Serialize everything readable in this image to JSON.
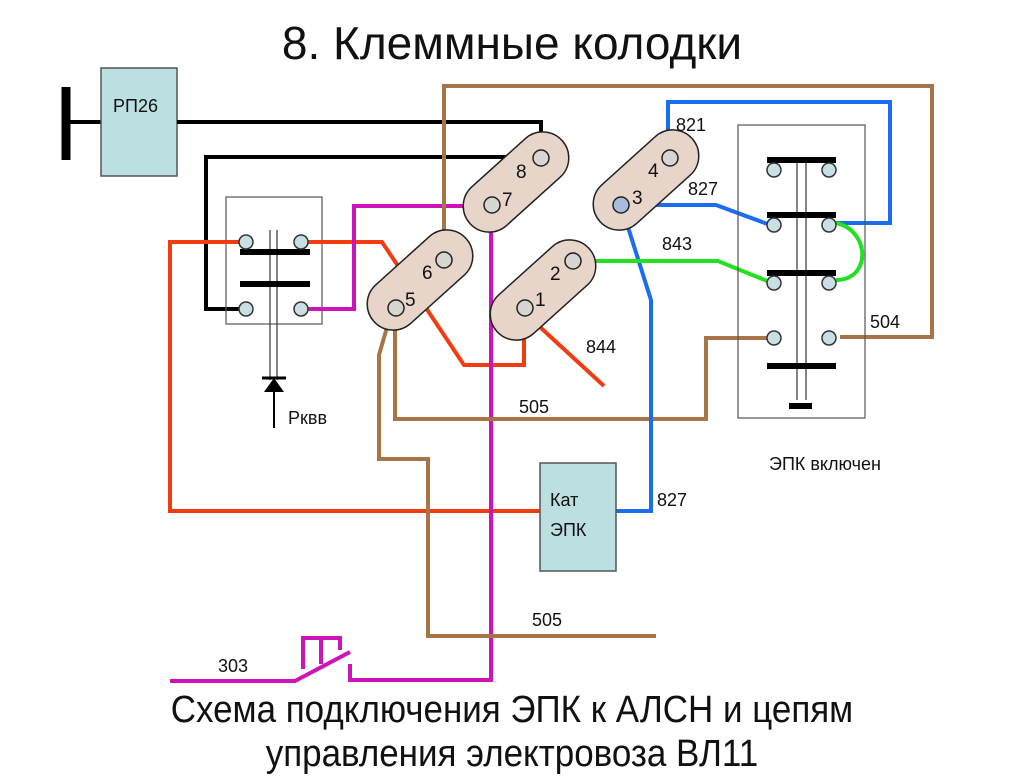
{
  "title": "8. Клеммные колодки",
  "caption_line1": "Схема подключения ЭПК к АЛСН и цепям",
  "caption_line2": "управления электровоза ВЛ11",
  "components": {
    "relay": "РП26",
    "rkvv": "Рквв",
    "cat_line1": "Кат",
    "cat_line2": "ЭПК",
    "epk_status": "ЭПК включен"
  },
  "terminals": [
    "1",
    "2",
    "3",
    "4",
    "5",
    "6",
    "7",
    "8"
  ],
  "wire_labels": {
    "w821": "821",
    "w827a": "827",
    "w843": "843",
    "w844": "844",
    "w504": "504",
    "w505a": "505",
    "w827b": "827",
    "w505b": "505",
    "w303": "303"
  },
  "colors": {
    "black": "#000000",
    "brown": "#a87448",
    "blue": "#1a6cf0",
    "green": "#22e022",
    "red": "#f03c10",
    "magenta": "#cc14b8",
    "box_fill": "#bcdfe2"
  }
}
